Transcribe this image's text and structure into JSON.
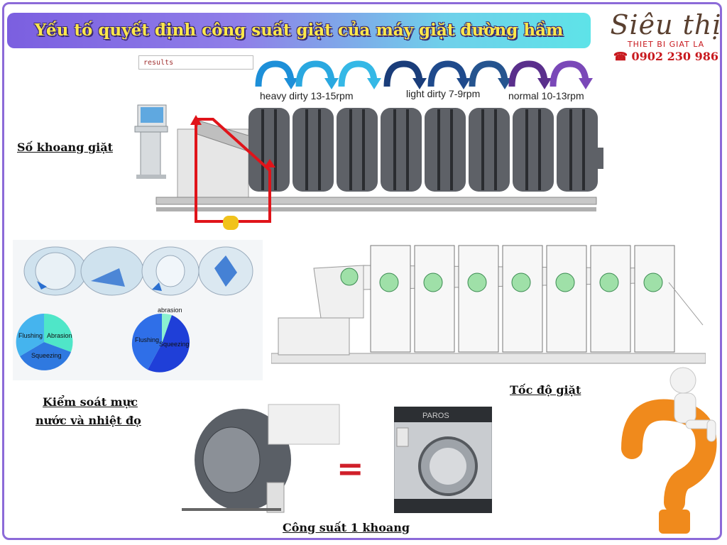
{
  "title": "Yếu tố quyết định công suất giặt của máy giặt đường hầm",
  "logo": {
    "brand": "Siêu thị",
    "subtitle": "THIET BI GIAT LA",
    "phone_icon": "phone-icon",
    "phone": "0902 230 986"
  },
  "results_box": "results",
  "speeds": {
    "heavy": "heavy dirty 13-15rpm",
    "light": "light dirty 7-9rpm",
    "normal": "normal 10-13rpm"
  },
  "labels": {
    "chambers": "Số khoang giặt ",
    "water_temp_line1": "Kiểm soát mực",
    "water_temp_line2": "nước và nhiệt đọ",
    "speed": "Tốc độ giặt",
    "capacity": "Công suất 1 khoang"
  },
  "pies": {
    "left": {
      "flushing": "Flushing",
      "abrasion": "Abrasion",
      "squeezing": "Squeezing"
    },
    "right": {
      "abrasion": "abrasion",
      "flushing": "Flushing",
      "squeezing": "Squeezing"
    }
  },
  "washer_brand": "PAROS",
  "equals_sign": "="
}
